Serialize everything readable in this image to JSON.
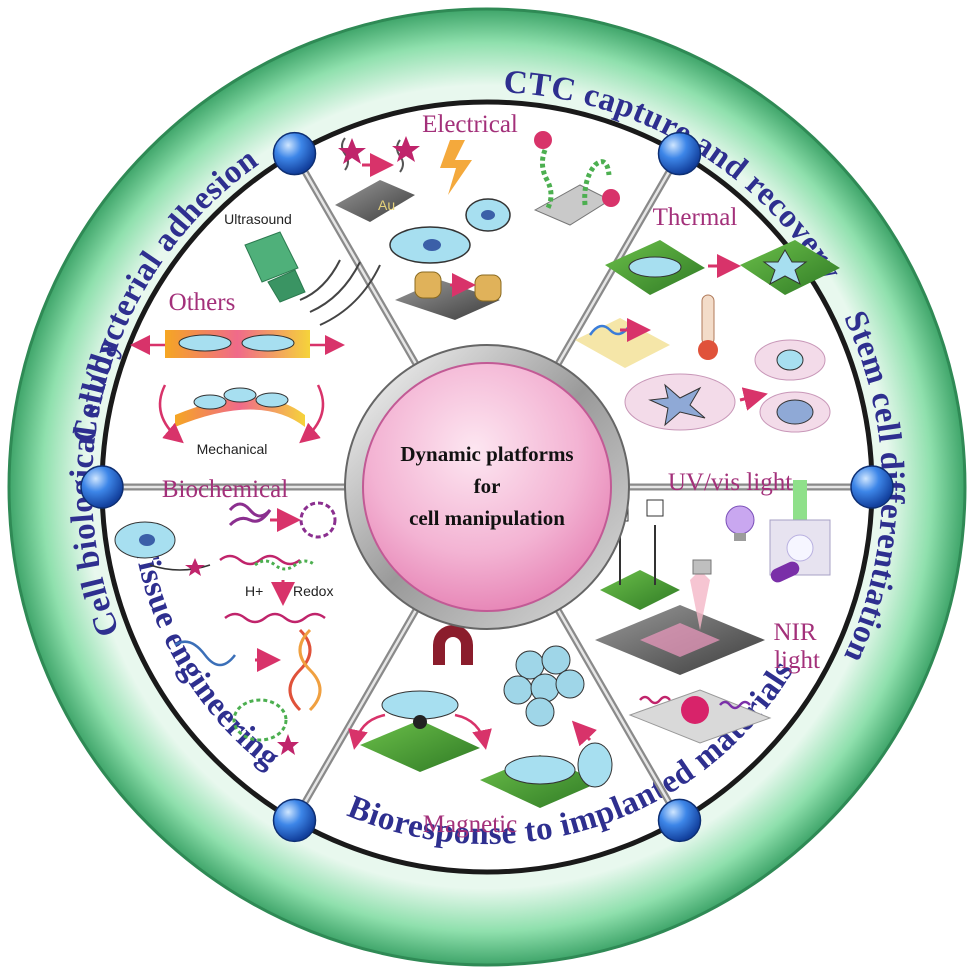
{
  "center": {
    "line1": "Dynamic platforms",
    "line2": "for",
    "line3": "cell manipulation"
  },
  "applications": [
    {
      "id": "cell-bacterial-adhesion",
      "label": "Cell/bacterial adhesion"
    },
    {
      "id": "ctc-capture",
      "label": "CTC capture and recovery"
    },
    {
      "id": "stem-cell",
      "label": "Stem cell differentiation"
    },
    {
      "id": "bioresponse",
      "label": "Bioresponse to implanted materials"
    },
    {
      "id": "tissue-engineering",
      "label": "Tissue engineering"
    },
    {
      "id": "cell-biological-study",
      "label": "Cell biological study"
    }
  ],
  "stimuli": {
    "electrical": "Electrical",
    "thermal": "Thermal",
    "uv_vis": "UV/vis light",
    "nir_line1": "NIR",
    "nir_line2": "light",
    "magnetic": "Magnetic",
    "biochemical": "Biochemical",
    "others": "Others"
  },
  "sublabels": {
    "ultrasound": "Ultrasound",
    "mechanical": "Mechanical",
    "au": "Au",
    "h_plus": "H+",
    "redox": "Redox"
  },
  "colors": {
    "outer_ring": "#6fcf97",
    "application_text": "#2e2f8f",
    "stimulus_text": "#a3307a",
    "center_fill": "#f3b3d3",
    "node_fill": "#2f6fd6"
  }
}
